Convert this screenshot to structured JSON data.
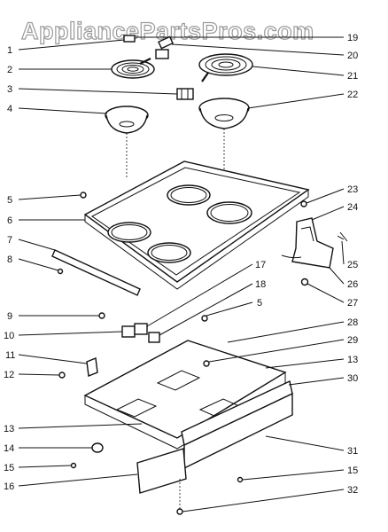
{
  "watermark": "AppliancePartsPros.com",
  "callouts": {
    "c1": "1",
    "c2": "2",
    "c3": "3",
    "c4": "4",
    "c5a": "5",
    "c6": "6",
    "c7": "7",
    "c8": "8",
    "c9": "9",
    "c10": "10",
    "c11": "11",
    "c12": "12",
    "c13a": "13",
    "c14": "14",
    "c15a": "15",
    "c16": "16",
    "c19": "19",
    "c20": "20",
    "c21": "21",
    "c22": "22",
    "c23": "23",
    "c24": "24",
    "c25": "25",
    "c26": "26",
    "c27": "27",
    "c17": "17",
    "c18": "18",
    "c5b": "5",
    "c28": "28",
    "c29": "29",
    "c13b": "13",
    "c30": "30",
    "c31": "31",
    "c15b": "15",
    "c32": "32"
  }
}
